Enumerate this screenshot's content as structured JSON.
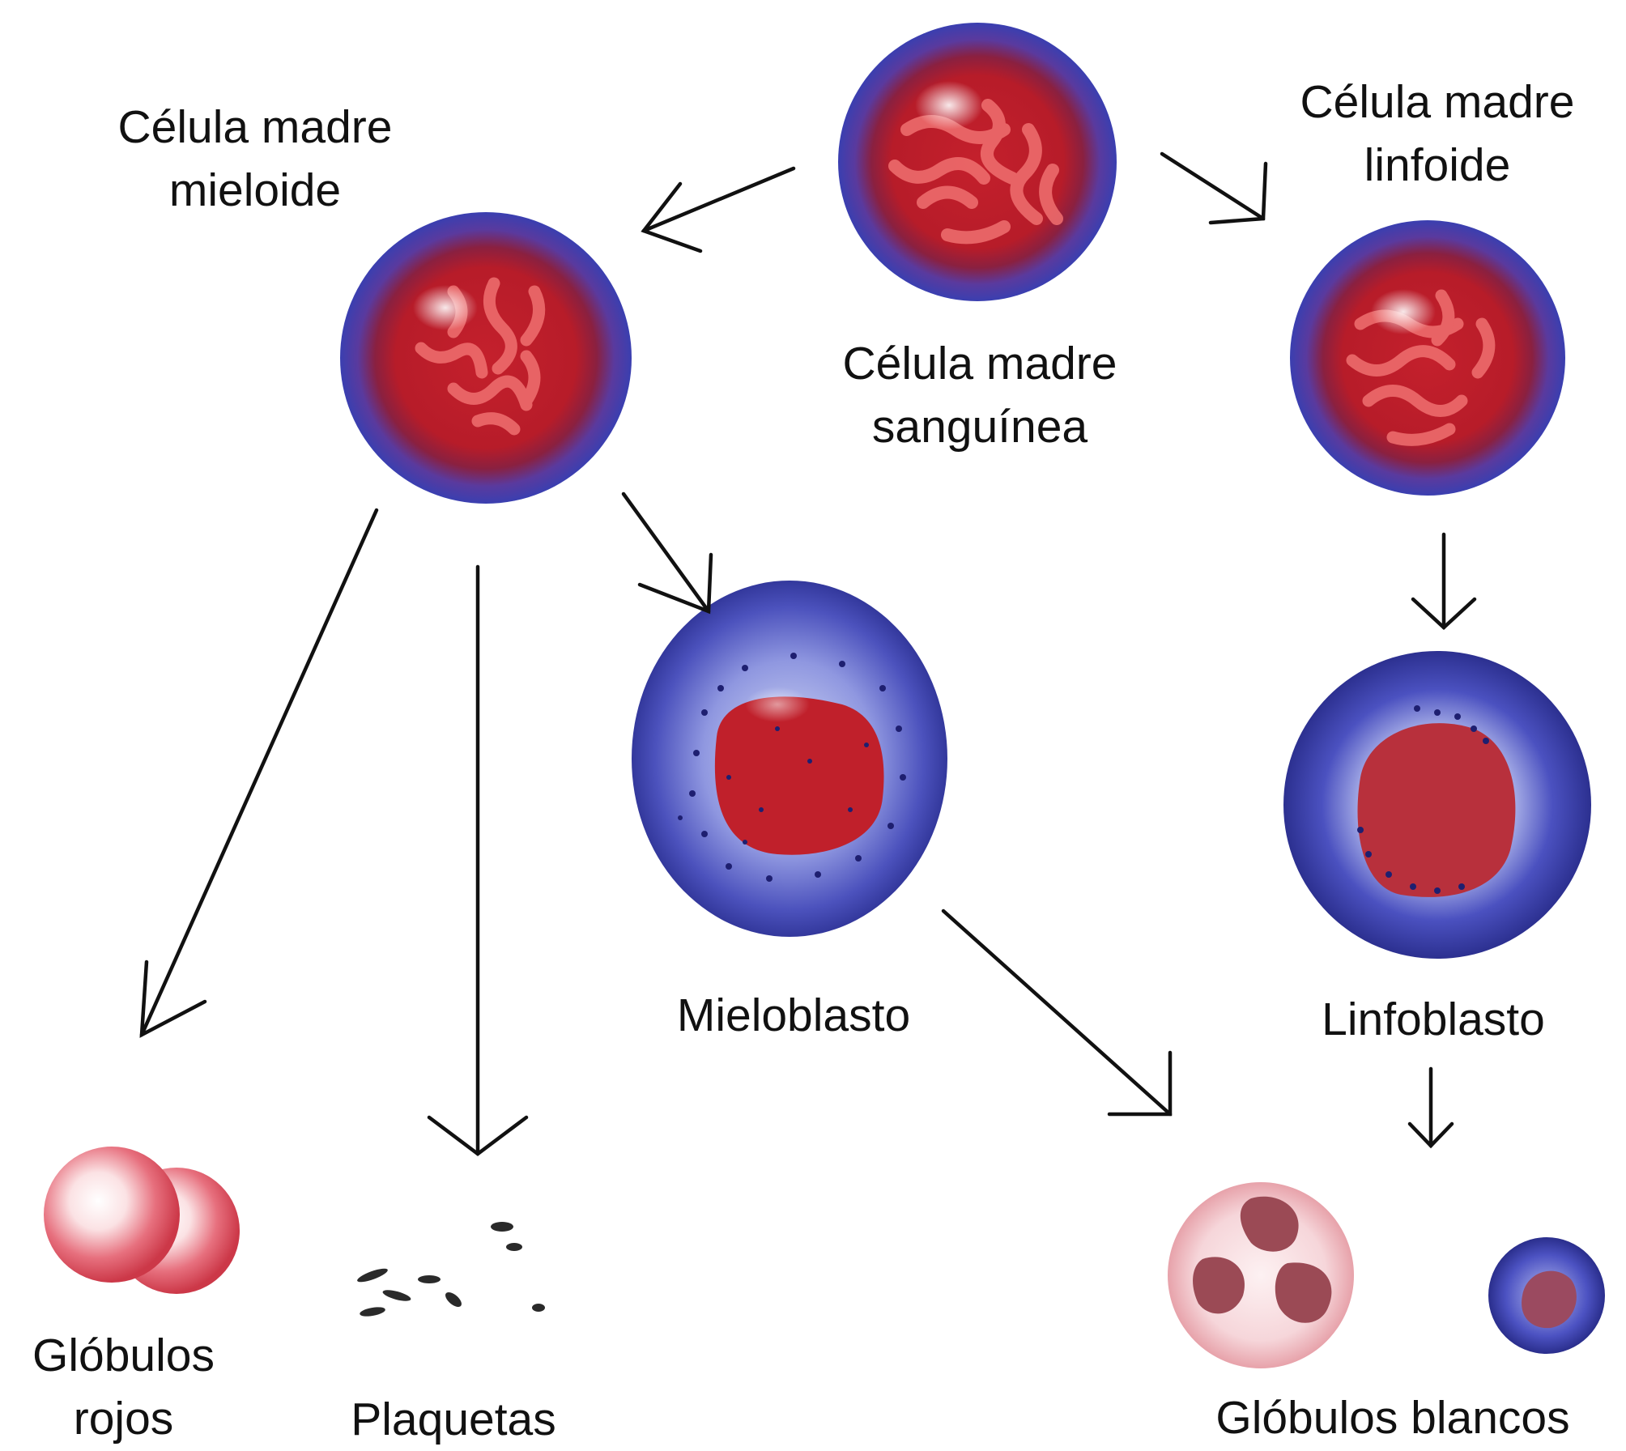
{
  "labels": {
    "myeloid_stem_line1": "Célula madre",
    "myeloid_stem_line2": "mieloide",
    "blood_stem_line1": "Célula madre",
    "blood_stem_line2": "sanguínea",
    "lymphoid_stem_line1": "Célula madre",
    "lymphoid_stem_line2": "linfoide",
    "myeloblast": "Mieloblasto",
    "lymphoblast": "Linfoblasto",
    "red_cells_line1": "Glóbulos",
    "red_cells_line2": "rojos",
    "platelets": "Plaquetas",
    "white_cells": "Glóbulos blancos"
  },
  "colors": {
    "stem_nucleus": "#c8202a",
    "stem_membrane": "#3a3fa8",
    "red_cell": "#e0606e",
    "neutrophil": "#f3c4c8",
    "granule": "#1e1f70",
    "arrow": "#111111"
  },
  "icons": [
    "blood-stem-cell",
    "myeloid-stem-cell",
    "lymphoid-stem-cell",
    "myeloblast",
    "lymphoblast",
    "red-blood-cells",
    "platelets",
    "neutrophil",
    "lymphocyte"
  ]
}
